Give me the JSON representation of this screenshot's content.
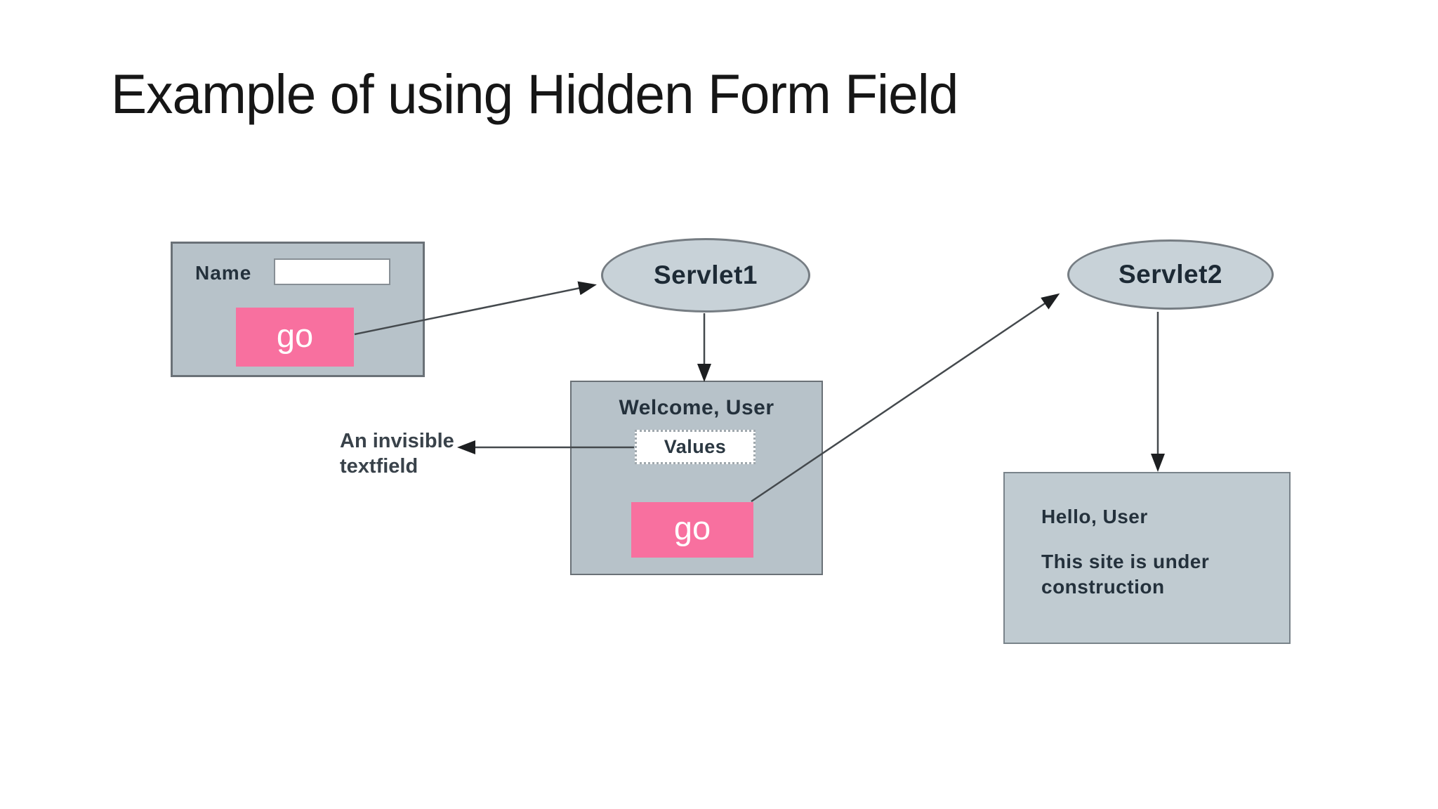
{
  "slide": {
    "title": "Example of using Hidden Form Field"
  },
  "diagram": {
    "form1": {
      "name_label": "Name",
      "input_value": "",
      "go_label": "go"
    },
    "servlet1": {
      "label": "Servlet1"
    },
    "servlet2": {
      "label": "Servlet2"
    },
    "welcome_page": {
      "heading": "Welcome, User",
      "values_field": "Values",
      "go_label": "go"
    },
    "annotation": "An invisible textfield",
    "result_page": {
      "heading": "Hello, User",
      "body": "This site is under construction"
    },
    "colors": {
      "panel_fill": "#b7c2c9",
      "panel_fill_light": "#c0cbd1",
      "ellipse_fill": "#c8d2d8",
      "accent_pink": "#f8709f",
      "arrow": "#44494d",
      "ink": "#24313c"
    }
  }
}
